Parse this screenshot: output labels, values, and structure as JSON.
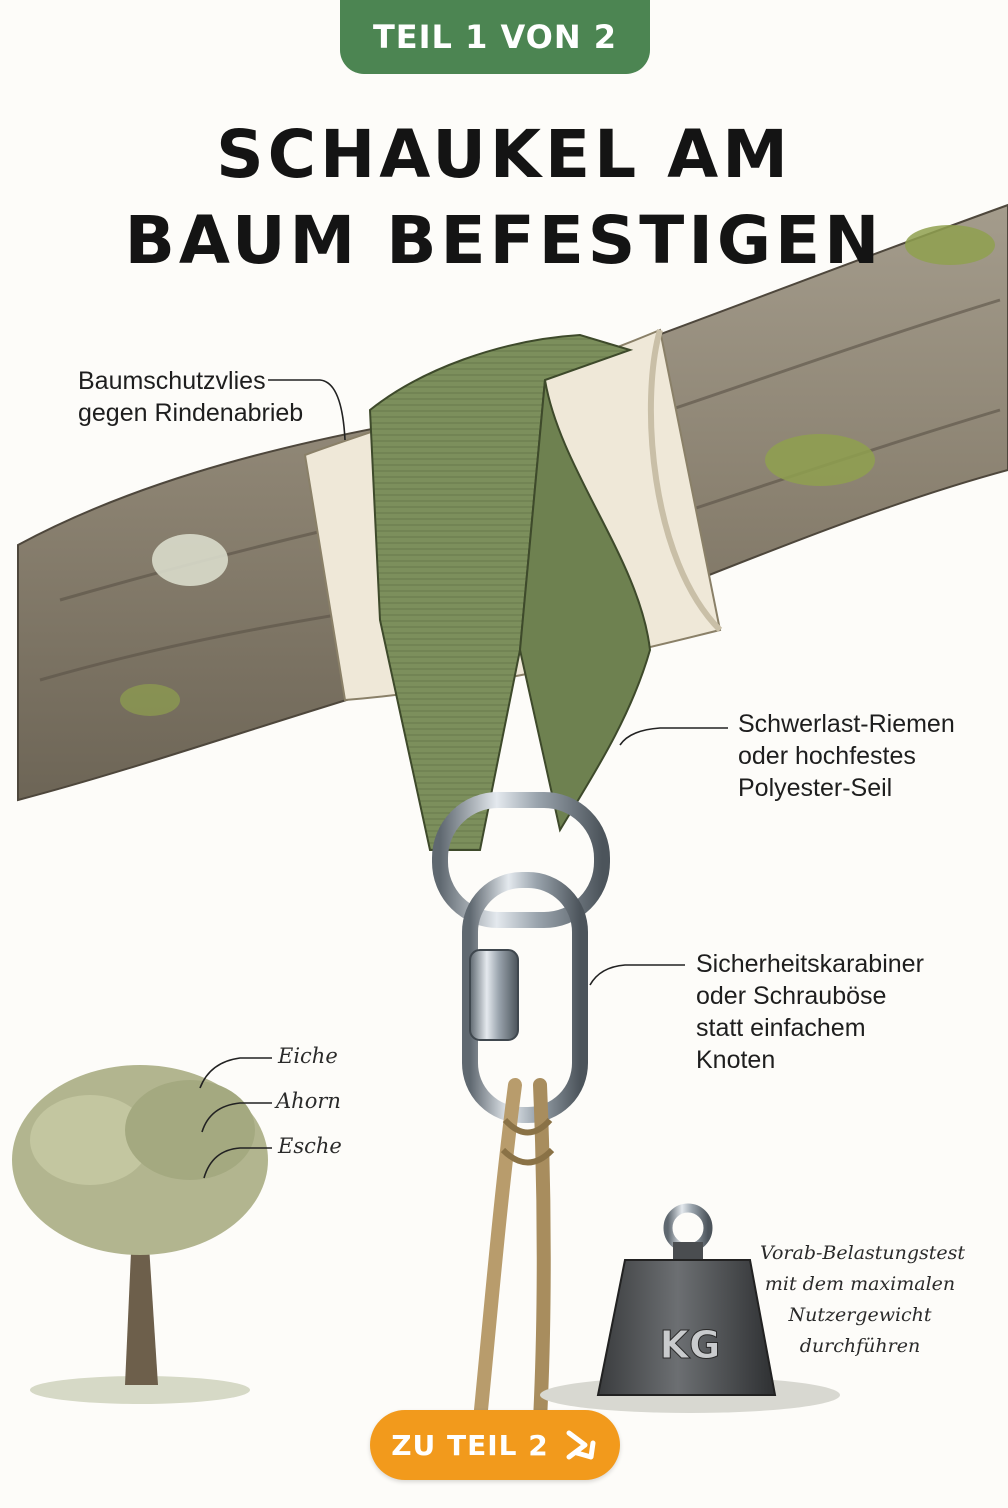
{
  "header": {
    "part_badge": "TEIL 1 VON 2",
    "title_line1": "SCHAUKEL AM",
    "title_line2": "BAUM BEFESTIGEN"
  },
  "callouts": {
    "protection": [
      "Baumschutzvlies",
      "gegen Rindenabrieb"
    ],
    "strap": [
      "Schwerlast-Riemen",
      "oder hochfestes",
      "Polyester-Seil"
    ],
    "carabiner": [
      "Sicherheitskarabiner",
      "oder Schrauböse",
      "statt einfachem",
      "Knoten"
    ]
  },
  "tree_species": [
    "Eiche",
    "Ahorn",
    "Esche"
  ],
  "load_test": {
    "note": [
      "Vorab-Belastungstest",
      "mit dem maximalen",
      "Nutzergewicht",
      "durchführen"
    ],
    "weight_label": "KG"
  },
  "navigation": {
    "next_button": "ZU TEIL 2"
  },
  "colors": {
    "badge_green": "#4c8552",
    "strap_green": "#7c8f5c",
    "button_orange": "#f29a1c"
  },
  "icons": {
    "next": "arrow-down-right-icon"
  }
}
